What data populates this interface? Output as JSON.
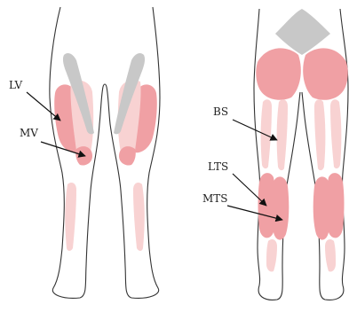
{
  "labels": {
    "lv": "LV",
    "mv": "MV",
    "bs": "BS",
    "lts": "LTS",
    "mts": "MTS"
  },
  "colors": {
    "outline": "#333333",
    "muscle_dark": "#f0a0a4",
    "muscle_light": "#f8d2d2",
    "tendon_gray": "#c8c8c8",
    "arrow": "#111111"
  }
}
